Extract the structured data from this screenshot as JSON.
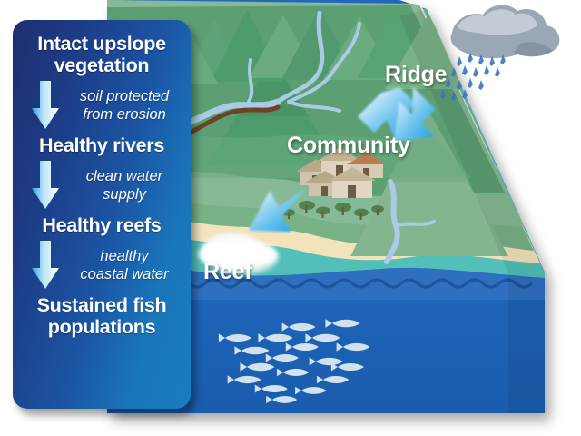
{
  "diagram": {
    "title_alt": "Ridge to reef watershed diagram — intact vegetation scenario",
    "colors": {
      "panel_dark": "#1d2f6e",
      "panel_light": "#1b7cc0",
      "arrow_light": "#ffffff",
      "arrow_blue": "#2aa3e0",
      "mountain_dark": "#4e9c6b",
      "mountain_mid": "#6aab7f",
      "mountain_light": "#8cbf98",
      "beach_sand": "#f3e3bd",
      "shallow_water": "#52bfb8",
      "coastal_water": "#2f6fc0",
      "deep_water": "#1a5fb4",
      "cloud_gray": "#98a6b5",
      "rain_blue": "#3a76c0",
      "trail_brown": "#6e4226",
      "river_blue": "#a9cbe6",
      "reef_white": "#f4f7fa",
      "fish_white": "#dbe9f2"
    }
  },
  "panel": {
    "heading_top": "Intact upslope\nvegetation",
    "steps": [
      {
        "arrow_icon": "down-arrow-icon",
        "caption": "soil protected\nfrom erosion",
        "next_heading": "Healthy rivers"
      },
      {
        "arrow_icon": "down-arrow-icon",
        "caption": "clean water\nsupply",
        "next_heading": "Healthy reefs"
      },
      {
        "arrow_icon": "down-arrow-icon",
        "caption": "healthy\ncoastal water",
        "next_heading": "Sustained fish\npopulations"
      }
    ],
    "heading_1": "Healthy rivers",
    "heading_2": "Healthy reefs",
    "heading_3": "Sustained fish\npopulations",
    "caption_1": "soil protected\nfrom erosion",
    "caption_2": "clean water\nsupply",
    "caption_3": "healthy\ncoastal water"
  },
  "map_labels": {
    "ridge": "Ridge",
    "community": "Community",
    "reef": "Reef"
  },
  "scene": {
    "cloud": "rain-cloud-icon",
    "rain": "rain-drops-icon",
    "village": "village-houses-icon",
    "fish_school_count": 18,
    "arrows": [
      {
        "name": "ridge-pointer-arrow"
      },
      {
        "name": "reef-pointer-arrow"
      }
    ]
  }
}
